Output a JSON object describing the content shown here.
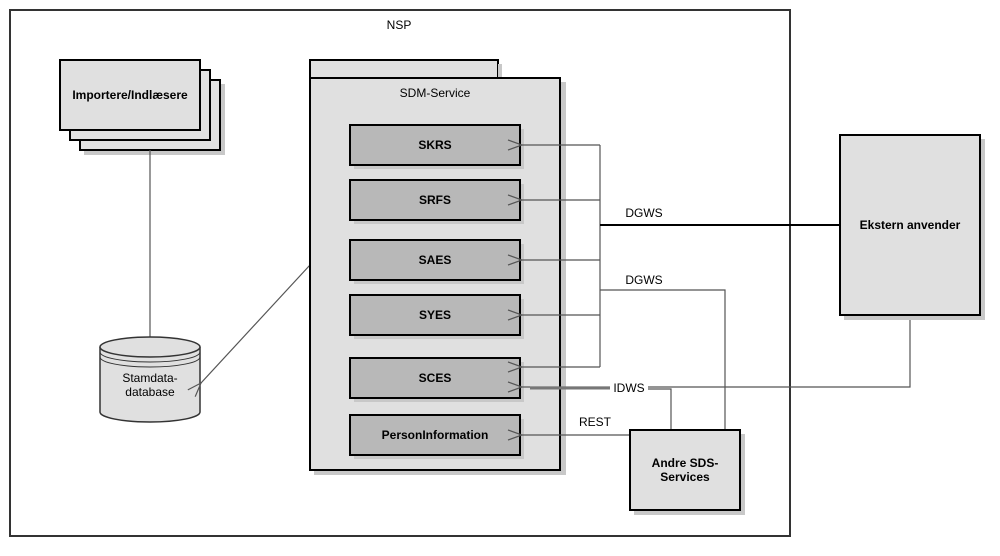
{
  "nsp": {
    "label": "NSP"
  },
  "importer": {
    "label": "Importere/Indlæsere"
  },
  "database": {
    "label_line1": "Stamdata-",
    "label_line2": "database"
  },
  "sdm_service": {
    "label": "SDM-Service",
    "services": [
      {
        "label": "SKRS"
      },
      {
        "label": "SRFS"
      },
      {
        "label": "SAES"
      },
      {
        "label": "SYES"
      },
      {
        "label": "SCES"
      },
      {
        "label": "PersonInformation"
      }
    ]
  },
  "external_user": {
    "label": "Ekstern anvender"
  },
  "other_services": {
    "label_line1": "Andre SDS-",
    "label_line2": "Services"
  },
  "connections": {
    "dgws_external": "DGWS",
    "dgws_other": "DGWS",
    "idws": "IDWS",
    "rest": "REST"
  },
  "colors": {
    "box_fill": "#e0e0e0",
    "service_fill": "#b8b8b8",
    "shadow": "#c8c8c8",
    "line": "#555555"
  }
}
